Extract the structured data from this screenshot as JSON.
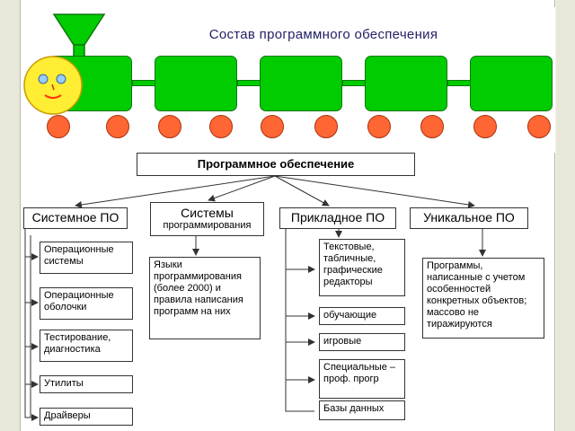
{
  "slide": {
    "title": "Состав программного обеспечения",
    "colors": {
      "train_green": "#00cc00",
      "wheel_orange": "#ff6633",
      "face_yellow": "#ffee33",
      "title_blue": "#222266"
    }
  },
  "diagram": {
    "root": "Программное обеспечение",
    "categories": {
      "system": "Системное ПО",
      "programming_line1": "Системы",
      "programming_line2": "программирования",
      "applied": "Прикладное ПО",
      "unique": "Уникальное ПО"
    },
    "system_items": [
      "Операционные системы",
      "Операционные оболочки",
      "Тестирование, диагностика",
      "Утилиты",
      "Драйверы"
    ],
    "programming_items": [
      "Языки программирования (более 2000) и правила написания программ на них"
    ],
    "applied_items": [
      "Текстовые, табличные, графические редакторы",
      "обучающие",
      "игровые",
      "Специальные – проф. прогр",
      "Базы данных"
    ],
    "unique_items": [
      "Программы, написанные с учетом особенностей конкретных объектов; массово не тиражируются"
    ]
  }
}
